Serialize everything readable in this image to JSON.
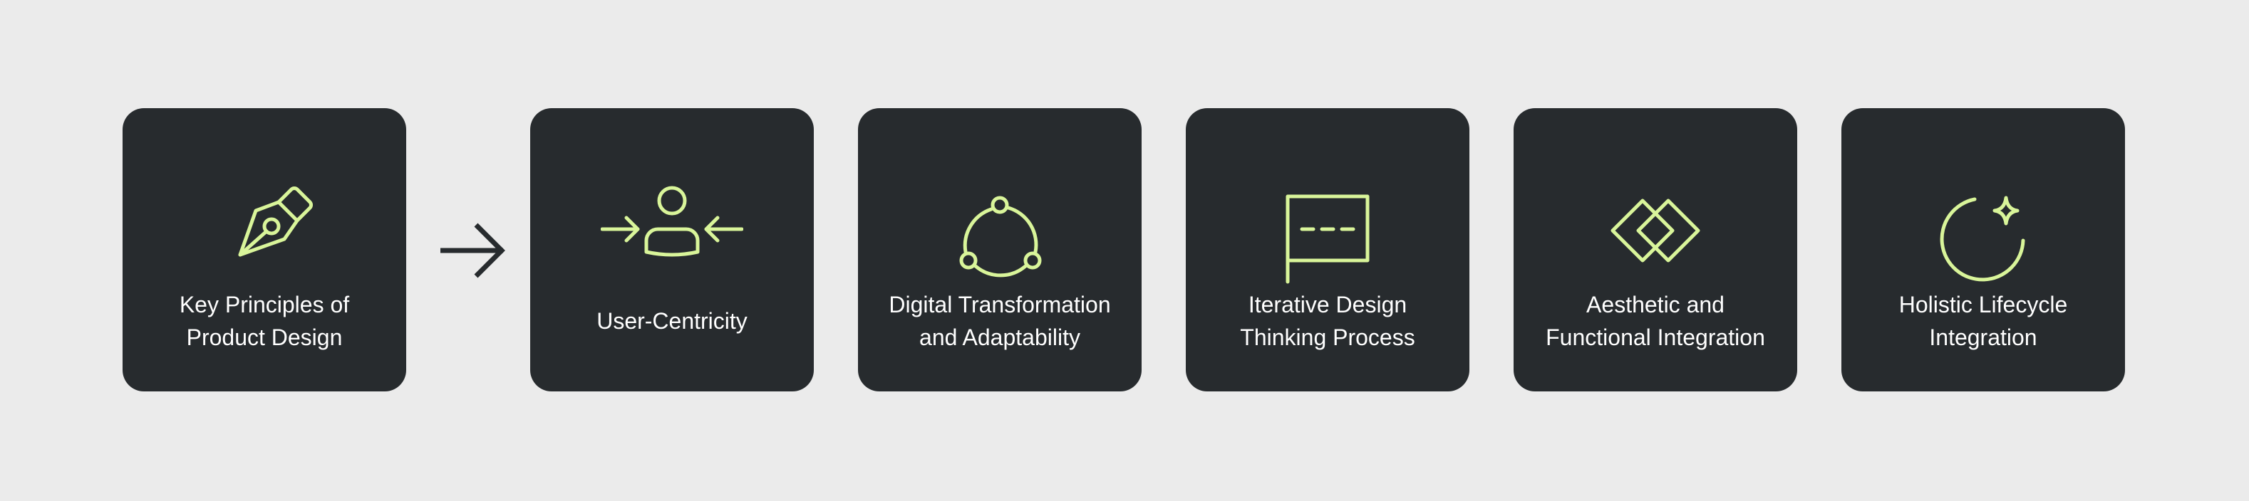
{
  "colors": {
    "background": "#ebebeb",
    "card": "#272b2e",
    "accent": "#d9f59a",
    "text": "#ffffff",
    "arrow": "#272b2e"
  },
  "connector": {
    "icon": "arrow-right-icon"
  },
  "cards": [
    {
      "label": "Key Principles of\nProduct Design",
      "icon": "pen-nib-icon"
    },
    {
      "label": "User-Centricity",
      "icon": "user-focus-icon"
    },
    {
      "label": "Digital Transformation\nand Adaptability",
      "icon": "cycle-icon"
    },
    {
      "label": "Iterative Design\nThinking Process",
      "icon": "flag-icon"
    },
    {
      "label": "Aesthetic and\nFunctional Integration",
      "icon": "overlapping-diamonds-icon"
    },
    {
      "label": "Holistic Lifecycle\nIntegration",
      "icon": "moon-sparkle-icon"
    }
  ]
}
